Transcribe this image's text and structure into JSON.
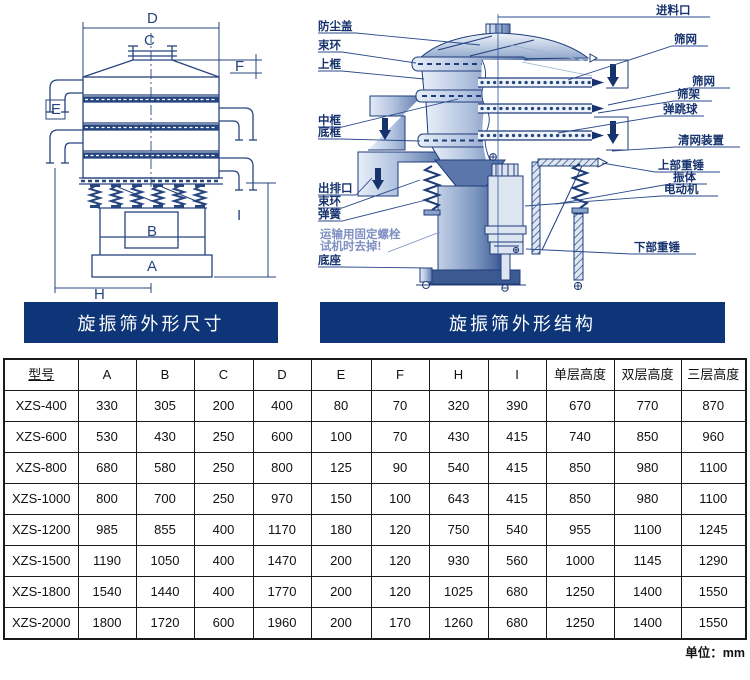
{
  "left_panel": {
    "title": "旋振筛外形尺寸",
    "dims": [
      "D",
      "C",
      "F",
      "E",
      "B",
      "A",
      "H",
      "I"
    ]
  },
  "right_panel": {
    "title": "旋振筛外形结构",
    "labels_left": [
      "防尘盖",
      "束环",
      "上框",
      "中框",
      "底框",
      "出排口",
      "束环",
      "弹簧",
      "底座"
    ],
    "transport_note": [
      "运输用固定螺栓",
      "试机时去掉!"
    ],
    "labels_right": [
      "进料口",
      "筛网",
      "筛网",
      "筛架",
      "弹跳球",
      "清网装置",
      "上部重锤",
      "振体",
      "电动机",
      "下部重锤"
    ]
  },
  "table": {
    "headers": [
      "型号",
      "A",
      "B",
      "C",
      "D",
      "E",
      "F",
      "H",
      "I",
      "单层高度",
      "双层高度",
      "三层高度"
    ],
    "rows": [
      [
        "XZS-400",
        "330",
        "305",
        "200",
        "400",
        "80",
        "70",
        "320",
        "390",
        "670",
        "770",
        "870"
      ],
      [
        "XZS-600",
        "530",
        "430",
        "250",
        "600",
        "100",
        "70",
        "430",
        "415",
        "740",
        "850",
        "960"
      ],
      [
        "XZS-800",
        "680",
        "580",
        "250",
        "800",
        "125",
        "90",
        "540",
        "415",
        "850",
        "980",
        "1100"
      ],
      [
        "XZS-1000",
        "800",
        "700",
        "250",
        "970",
        "150",
        "100",
        "643",
        "415",
        "850",
        "980",
        "1100"
      ],
      [
        "XZS-1200",
        "985",
        "855",
        "400",
        "1170",
        "180",
        "120",
        "750",
        "540",
        "955",
        "1100",
        "1245"
      ],
      [
        "XZS-1500",
        "1190",
        "1050",
        "400",
        "1470",
        "200",
        "120",
        "930",
        "560",
        "1000",
        "1145",
        "1290"
      ],
      [
        "XZS-1800",
        "1540",
        "1440",
        "400",
        "1770",
        "200",
        "120",
        "1025",
        "680",
        "1250",
        "1400",
        "1550"
      ],
      [
        "XZS-2000",
        "1800",
        "1720",
        "600",
        "1960",
        "200",
        "170",
        "1260",
        "680",
        "1250",
        "1400",
        "1550"
      ]
    ],
    "unit_note": "单位：mm"
  },
  "colors": {
    "banner_bg": "#0d3578",
    "banner_text": "#ffffff",
    "diagram_line": "#27457f",
    "label_navy": "#16336e",
    "note_light_blue": "#7e8fc2",
    "table_border": "#1a1a1a"
  }
}
